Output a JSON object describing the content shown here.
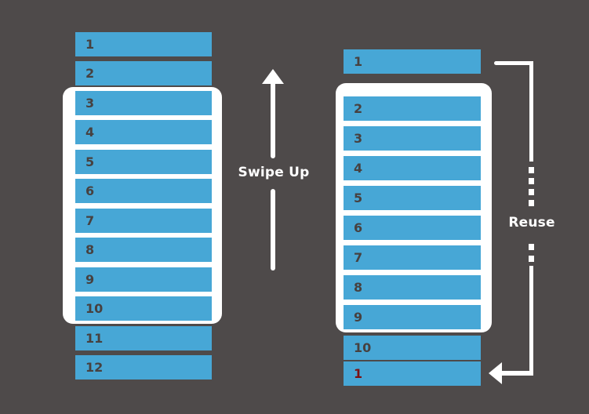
{
  "diagram": {
    "background_color": "#4e4a4a",
    "item_color": "#47a7d6",
    "item_text_color": "#474140",
    "viewport_frame_color": "#ffffff",
    "arrow_color": "#ffffff",
    "swipe_up_label": "Swipe Up",
    "reuse_label": "Reuse",
    "left_list": {
      "items": [
        "1",
        "2",
        "3",
        "4",
        "5",
        "6",
        "7",
        "8",
        "9",
        "10",
        "11",
        "12"
      ],
      "viewport_first_item": "3",
      "viewport_last_item": "10"
    },
    "right_list": {
      "items": [
        "1",
        "2",
        "3",
        "4",
        "5",
        "6",
        "7",
        "8",
        "9",
        "10",
        "1"
      ],
      "viewport_first_item": "2",
      "viewport_last_item": "9",
      "reused_item": {
        "label": "1",
        "text_color": "#7c1113",
        "index": 10
      }
    }
  }
}
